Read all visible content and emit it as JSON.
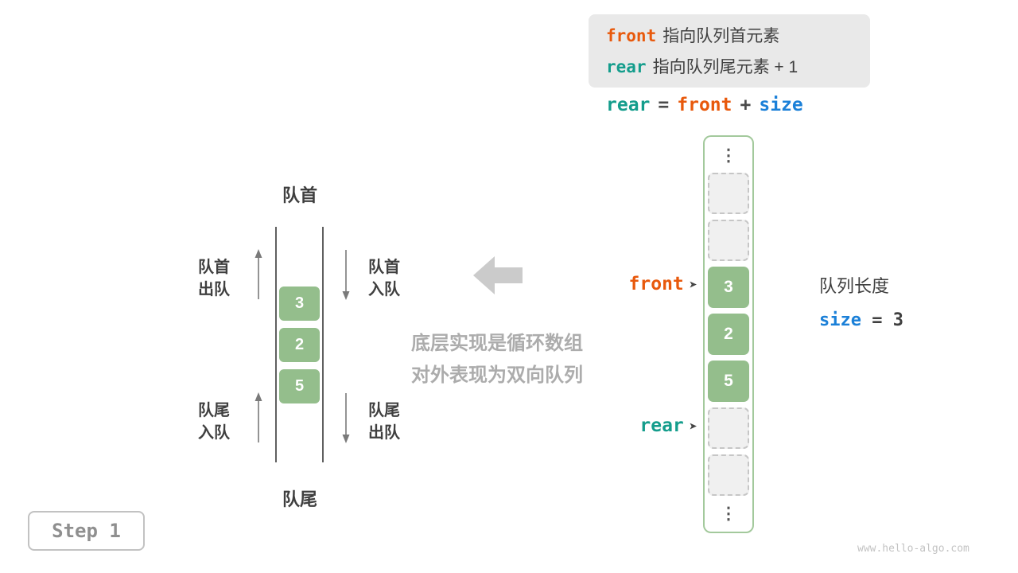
{
  "info_box": {
    "line1_keyword": "front",
    "line1_text": "指向队列首元素",
    "line2_keyword": "rear",
    "line2_text": "指向队列尾元素 + 1"
  },
  "formula": {
    "lhs": "rear",
    "eq": "=",
    "rhs1": "front",
    "plus": "+",
    "rhs2": "size"
  },
  "pointers": {
    "front_label": "front",
    "rear_label": "rear",
    "arrow_glyph": "➤"
  },
  "array": {
    "ellipsis": "⋮",
    "values": [
      "3",
      "2",
      "5"
    ]
  },
  "queue": {
    "top_label": "队首",
    "bottom_label": "队尾",
    "values": [
      "3",
      "2",
      "5"
    ],
    "left_top": [
      "队首",
      "出队"
    ],
    "left_bottom": [
      "队尾",
      "入队"
    ],
    "right_top": [
      "队首",
      "入队"
    ],
    "right_bottom": [
      "队尾",
      "出队"
    ]
  },
  "annotation": {
    "line1": "底层实现是循环数组",
    "line2": "对外表现为双向队列"
  },
  "length_info": {
    "label": "队列长度",
    "size_keyword": "size",
    "size_value": "= 3"
  },
  "step_badge": "Step 1",
  "watermark": "www.hello-algo.com",
  "colors": {
    "front": "#E8590C",
    "rear": "#149D8C",
    "size": "#1B80D8",
    "cell_green": "#94BE8C",
    "array_border": "#A3C99C",
    "info_box_bg": "#E9E9E9",
    "annotation_gray": "#ACACAC",
    "big_arrow_gray": "#CBCBCB"
  }
}
